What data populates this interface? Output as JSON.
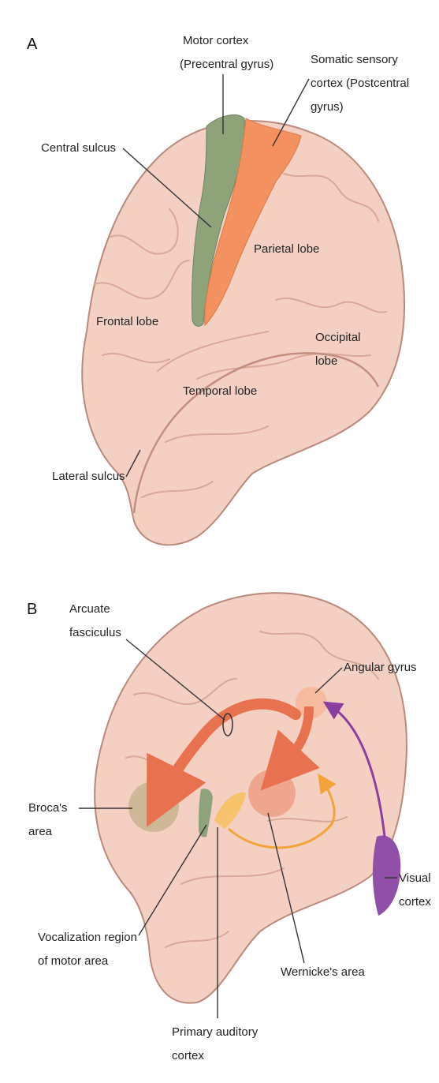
{
  "panel_a": {
    "letter": "A",
    "labels": {
      "motor_cortex": [
        "Motor cortex",
        "(Precentral gyrus)"
      ],
      "somatic": [
        "Somatic sensory",
        "cortex (Postcentral",
        "gyrus)"
      ],
      "central_sulcus": "Central sulcus",
      "parietal": "Parietal lobe",
      "frontal": "Frontal lobe",
      "occipital": [
        "Occipital",
        "lobe"
      ],
      "temporal": "Temporal lobe",
      "lateral_sulcus": "Lateral sulcus"
    }
  },
  "panel_b": {
    "letter": "B",
    "labels": {
      "arcuate": [
        "Arcuate",
        "fasciculus"
      ],
      "angular": "Angular gyrus",
      "broca": [
        "Broca's",
        "area"
      ],
      "visual": [
        "Visual",
        "cortex"
      ],
      "vocalization": [
        "Vocalization region",
        "of motor area"
      ],
      "wernicke": "Wernicke's area",
      "auditory": [
        "Primary auditory",
        "cortex"
      ]
    }
  },
  "colors": {
    "brain": "#f4d0c2",
    "motor": "#8ea37a",
    "somatic": "#f4915e",
    "broca": "#c9b592",
    "arrow": "#e8714f",
    "wernicke": "#f0a08a",
    "auditory": "#f6c26a",
    "visual": "#9050a8"
  }
}
